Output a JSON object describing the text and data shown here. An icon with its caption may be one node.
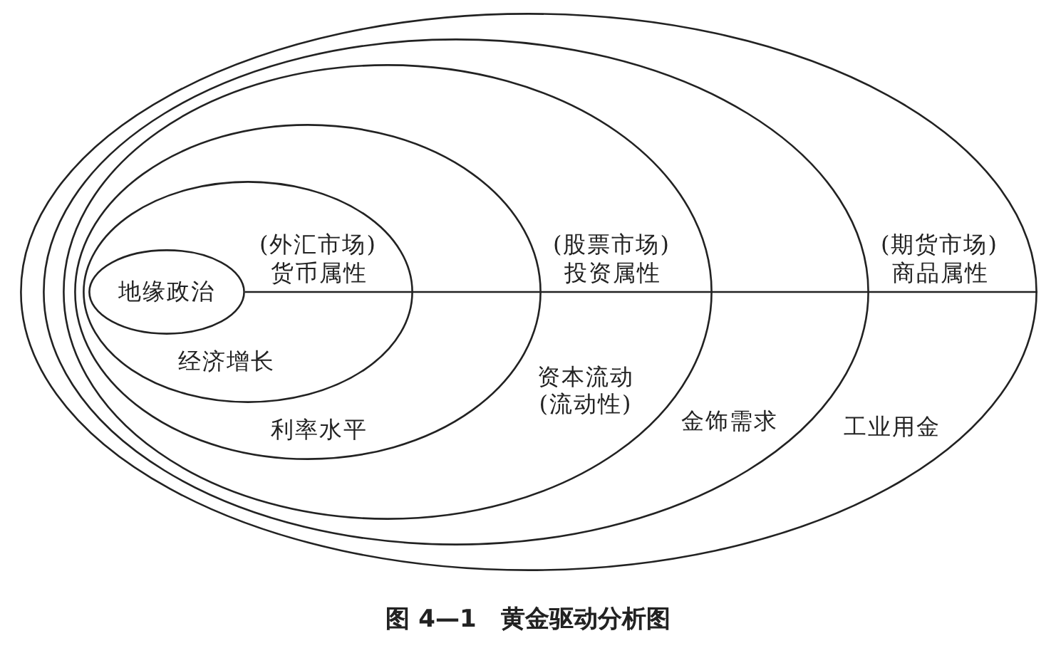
{
  "diagram": {
    "caption": "图 4—1　黄金驱动分析图",
    "nodes": [
      {
        "text": [
          "(期货市场)",
          "商品属性",
          "工业用金"
        ]
      },
      {
        "text": [
          "金饰需求"
        ],
        "in": 0
      },
      {
        "text": [
          "(股票市场)",
          "投资属性",
          "资本流动(流动性)"
        ],
        "in": 1
      },
      {
        "text": [
          "利率水平"
        ],
        "in": 2
      },
      {
        "text": [
          "(外汇市场)",
          "货币属性",
          "经济增长"
        ],
        "in": 3
      },
      {
        "text": [
          "地缘政治"
        ],
        "in": 4
      }
    ],
    "edges": [
      {
        "from": 5,
        "to": 0,
        "arrow": "none"
      }
    ]
  }
}
